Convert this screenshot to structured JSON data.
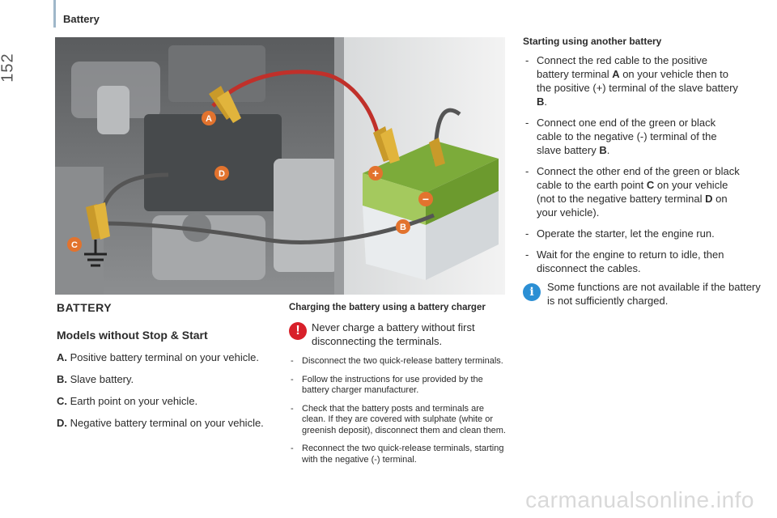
{
  "header": {
    "section": "Battery",
    "page_number": "152"
  },
  "photo": {
    "callouts": {
      "a": "A",
      "b": "B",
      "c": "C",
      "d": "D"
    },
    "terminal_plus": "+",
    "terminal_minus": "−"
  },
  "col1": {
    "title": "BATTERY",
    "subtitle": "Models without Stop & Start",
    "items": [
      {
        "key": "A.",
        "text": "Positive battery terminal on your vehicle."
      },
      {
        "key": "B.",
        "text": "Slave battery."
      },
      {
        "key": "C.",
        "text": "Earth point on your vehicle."
      },
      {
        "key": "D.",
        "text": "Negative battery terminal on your vehicle."
      }
    ]
  },
  "col2": {
    "title": "Charging the battery using a battery charger",
    "warning_glyph": "!",
    "warning": "Never charge a battery without first disconnecting the terminals.",
    "steps": [
      "Disconnect the two quick-release battery terminals.",
      "Follow the instructions for use provided by the battery charger manufacturer.",
      "Check that the battery posts and terminals are clean. If they are covered with sulphate (white or greenish deposit), disconnect them and clean them.",
      "Reconnect the two quick-release terminals, starting with the negative (-) terminal."
    ]
  },
  "col3": {
    "title": "Starting using another battery",
    "steps": [
      {
        "pre": "Connect the red cable to the positive battery terminal ",
        "b1": "A",
        "mid": " on your vehicle then to the positive (+) terminal of the slave battery ",
        "b2": "B",
        "post": "."
      },
      {
        "pre": "Connect one end of the green or black cable to the negative (-) terminal of the slave battery ",
        "b1": "B",
        "mid": ".",
        "b2": "",
        "post": ""
      },
      {
        "pre": "Connect the other end of the green or black cable to the earth point ",
        "b1": "C",
        "mid": " on your vehicle (not to the negative battery terminal ",
        "b2": "D",
        "post": " on your vehicle)."
      },
      {
        "pre": "Operate the starter, let the engine run.",
        "b1": "",
        "mid": "",
        "b2": "",
        "post": ""
      },
      {
        "pre": "Wait for the engine to return to idle, then disconnect the cables.",
        "b1": "",
        "mid": "",
        "b2": "",
        "post": ""
      }
    ],
    "info_glyph": "i",
    "info": "Some functions are not available if the battery is not sufficiently charged."
  },
  "footer": {
    "watermark": "carmanualsonline.info"
  },
  "colors": {
    "red_cable": "#c0302a",
    "dark_cable": "#555555",
    "battery_green": "#7cab3a",
    "callout_orange": "#e2732e",
    "warning_red": "#d8202a",
    "info_blue": "#2b8fd4"
  }
}
